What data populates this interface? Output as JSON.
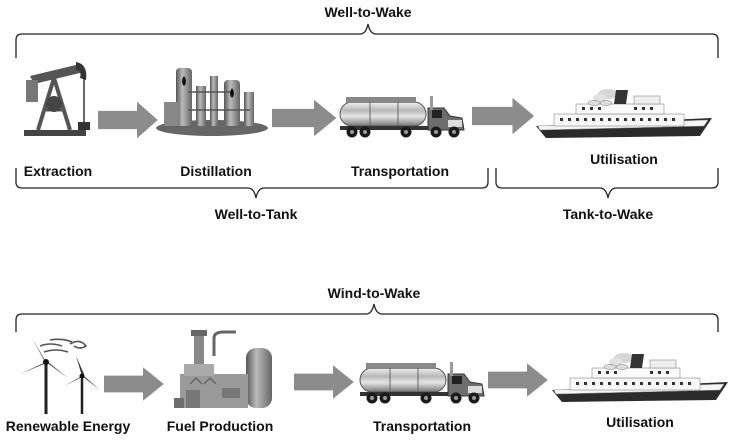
{
  "top_diagram": {
    "header": "Well-to-Wake",
    "stages": {
      "extraction": "Extraction",
      "distillation": "Distillation",
      "transportation": "Transportation",
      "utilisation": "Utilisation"
    },
    "bottom_brackets": {
      "well_to_tank": "Well-to-Tank",
      "tank_to_wake": "Tank-to-Wake"
    }
  },
  "bottom_diagram": {
    "header": "Wind-to-Wake",
    "stages": {
      "renewable_energy": "Renewable Energy",
      "fuel_production": "Fuel Production",
      "transportation": "Transportation",
      "utilisation": "Utilisation"
    }
  },
  "icons": [
    "oil-pump-icon",
    "refinery-icon",
    "tanker-truck-icon",
    "ship-icon",
    "wind-turbine-icon",
    "fuel-plant-icon",
    "arrow-right-icon"
  ],
  "colors": {
    "bracket": "#222222",
    "arrow": "#8c8c8c",
    "text": "#111111"
  }
}
